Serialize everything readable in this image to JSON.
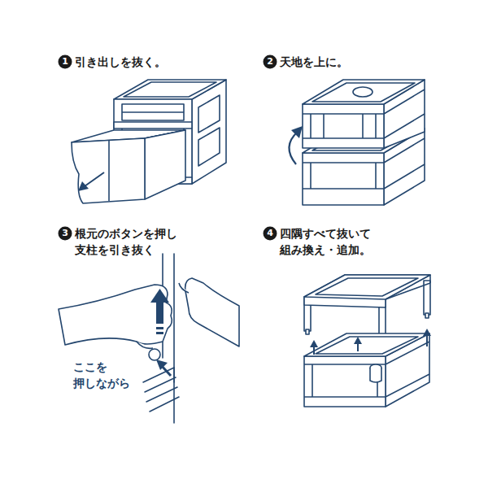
{
  "diagram": {
    "labels": [
      "1",
      "引き出しを抜く。",
      "2",
      "天地を上に。",
      "3",
      "根元のボタンを押し 支柱を引き抜く",
      "4",
      "四隅すべて抜いて 組み換え・追加。",
      "ここを 押しながら"
    ]
  }
}
